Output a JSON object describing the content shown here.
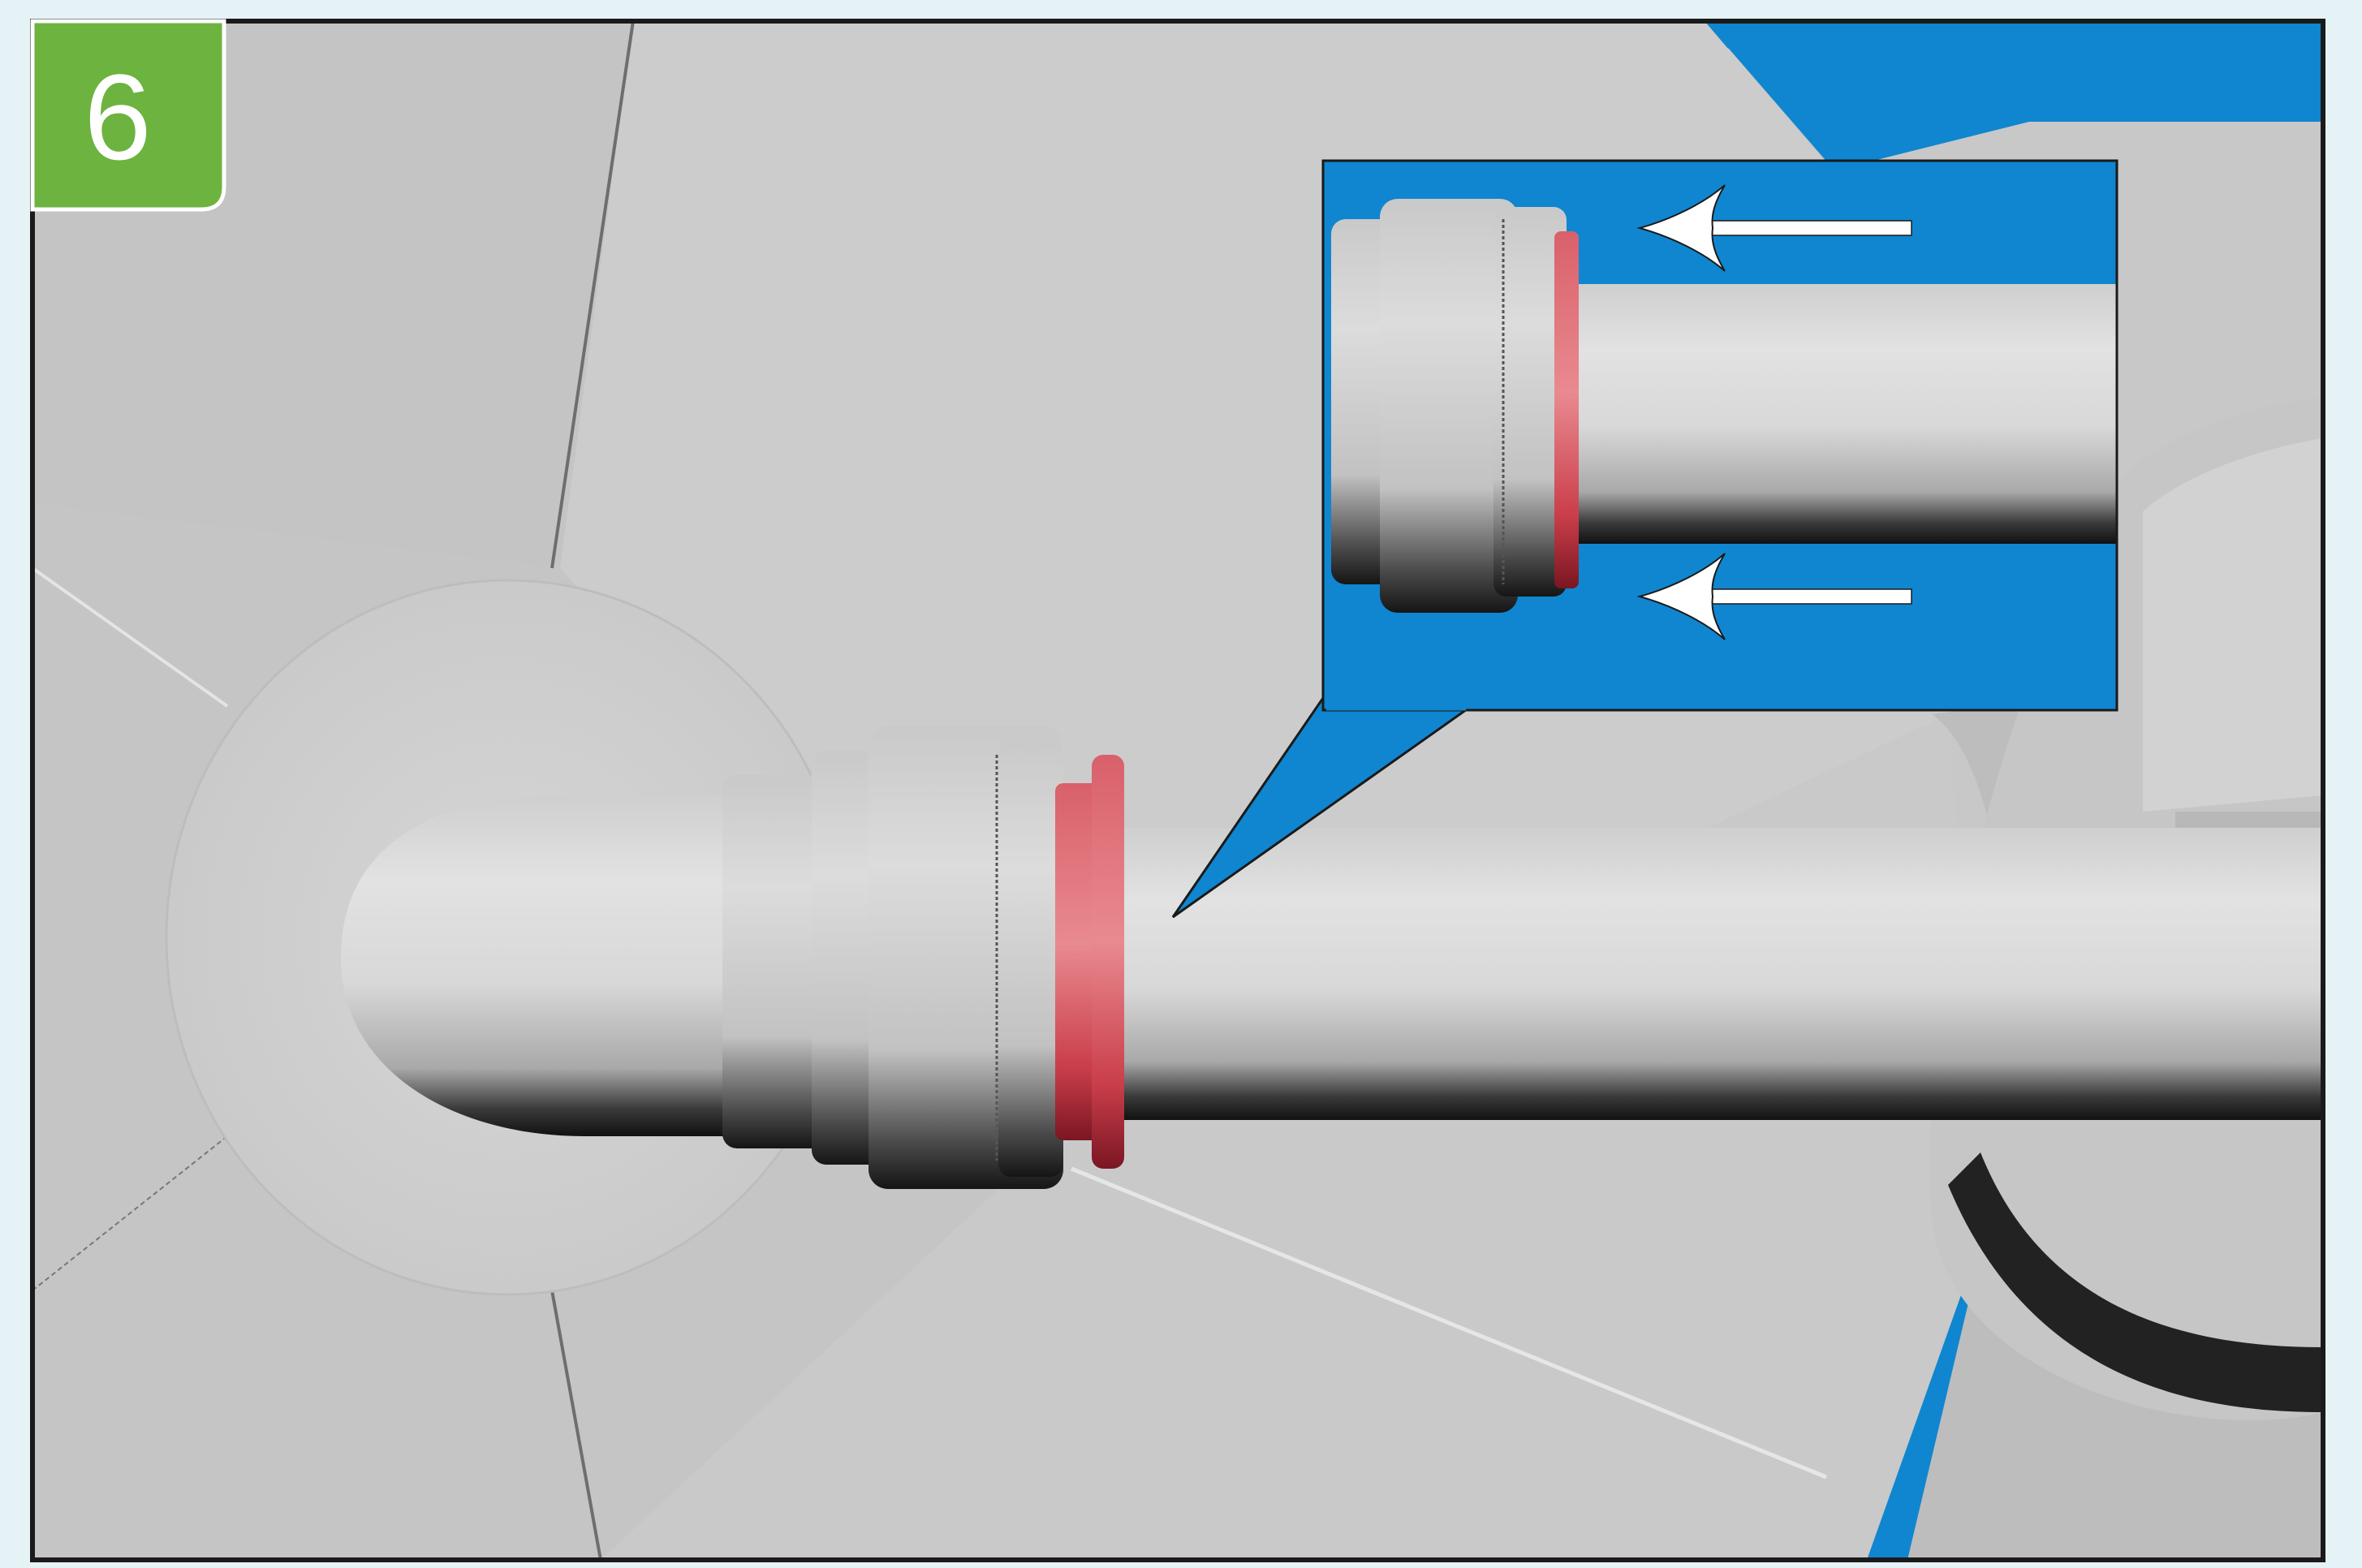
{
  "step": {
    "number": "6"
  },
  "colors": {
    "badge": "#6db33f",
    "background_blue": "#0f86cf",
    "seal_red": "#e0545e",
    "frame": "#1a1a1a",
    "page_bg": "#e6f3f6",
    "arrow": "#ffffff"
  },
  "figure": {
    "subject": "pipe-fitting-push-in-connection",
    "inset_arrows": [
      {
        "direction": "left"
      },
      {
        "direction": "left"
      }
    ]
  }
}
